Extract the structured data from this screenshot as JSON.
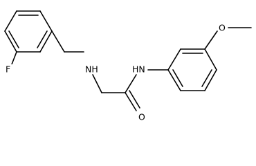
{
  "structure": {
    "atoms": {
      "fluorine": "F",
      "amine_nh": "NH",
      "amide_nh": "HN",
      "carbonyl_o": "O",
      "ether_o": "O"
    }
  }
}
